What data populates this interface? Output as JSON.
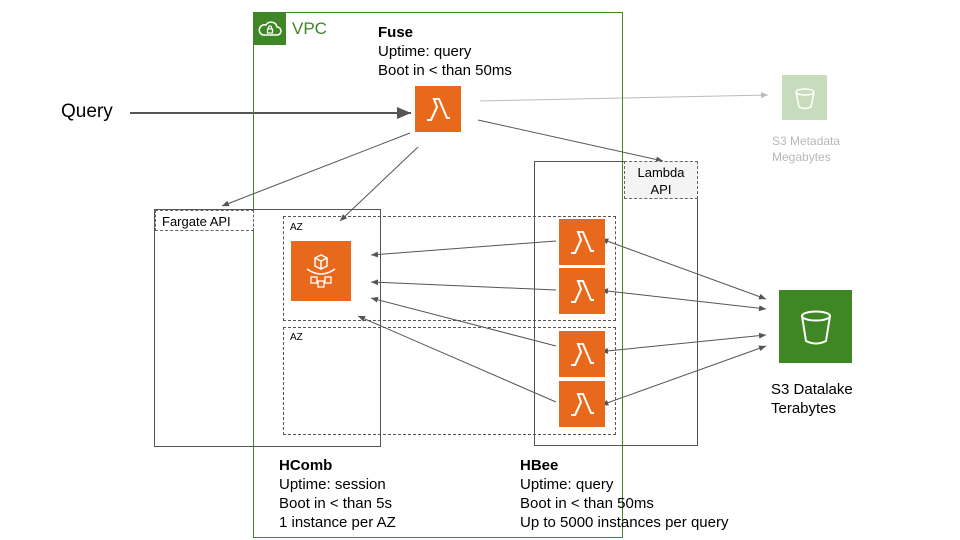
{
  "vpc": {
    "label": "VPC",
    "icon": "cloud-lock-icon"
  },
  "query": {
    "label": "Query"
  },
  "fuse": {
    "title": "Fuse",
    "uptime": "Uptime: query",
    "boot": "Boot in < than 50ms"
  },
  "fargate": {
    "label": "Fargate API"
  },
  "lambda_api": {
    "line1": "Lambda",
    "line2": "API"
  },
  "az": {
    "label1": "AZ",
    "label2": "AZ"
  },
  "hcomb": {
    "title": "HComb",
    "uptime": "Uptime: session",
    "boot": "Boot in < than 5s",
    "instances": "1 instance per AZ"
  },
  "hbee": {
    "title": "HBee",
    "uptime": "Uptime: query",
    "boot": "Boot in < than 50ms",
    "instances": "Up to 5000 instances per query"
  },
  "s3_metadata": {
    "line1": "S3 Metadata",
    "line2": "Megabytes"
  },
  "s3_datalake": {
    "line1": "S3 Datalake",
    "line2": "Terabytes"
  },
  "colors": {
    "vpc_green": "#3f8624",
    "lambda_orange": "#e8691c",
    "s3_green": "#3f8624",
    "faded_green": "#c7dcbc",
    "edge": "#555555"
  }
}
